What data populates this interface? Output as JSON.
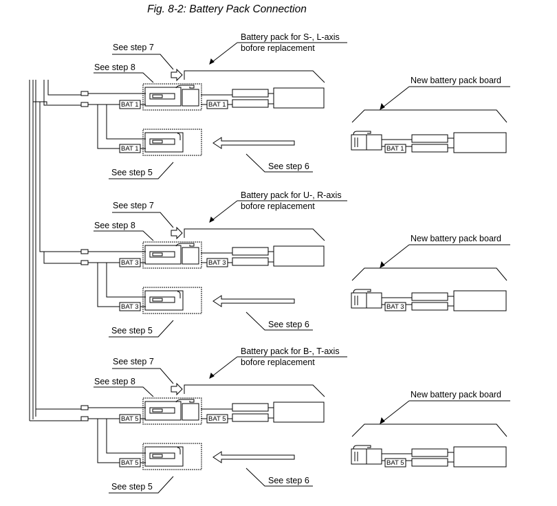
{
  "figure": {
    "title": "Fig. 8-2: Battery Pack Connection"
  },
  "groups": [
    {
      "pack_label_line1": "Battery pack for S-, L-axis",
      "pack_label_line2": "bofore replacement",
      "step7": "See step 7",
      "step8": "See step 8",
      "step5": "See step 5",
      "step6": "See step 6",
      "bat_tag": "BAT 1",
      "new_board_label": "New battery pack board"
    },
    {
      "pack_label_line1": "Battery pack for U-, R-axis",
      "pack_label_line2": "bofore replacement",
      "step7": "See step 7",
      "step8": "See step 8",
      "step5": "See step 5",
      "step6": "See step 6",
      "bat_tag": "BAT 3",
      "new_board_label": "New battery pack board"
    },
    {
      "pack_label_line1": "Battery pack for B-, T-axis",
      "pack_label_line2": "bofore replacement",
      "step7": "See step 7",
      "step8": "See step 8",
      "step5": "See step 5",
      "step6": "See step 6",
      "bat_tag": "BAT 5",
      "new_board_label": "New battery pack board"
    }
  ]
}
